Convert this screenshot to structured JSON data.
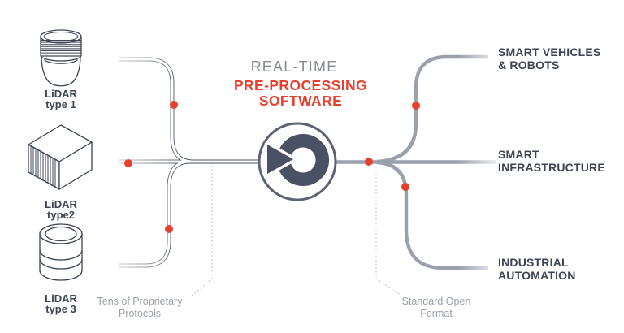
{
  "colors": {
    "accent_red": "#e8402e",
    "navy_text": "#3d4454",
    "gray_text": "#868b94",
    "line_left": "#4a5263",
    "line_left_fade": "#c9ccd3",
    "line_right": "#9aa0ac",
    "line_right_fade": "#e6e8ec",
    "icon_slate": "#4a5164",
    "icon_ring_border": "#5c6374",
    "muted_label": "#9aa0a9",
    "dotted_line": "#b9bdc5",
    "background": "#ffffff"
  },
  "center": {
    "title_line1": "REAL-TIME",
    "title_line2": "PRE-PROCESSING",
    "title_line3": "SOFTWARE",
    "icon": "rotating-arrow-logo"
  },
  "inputs": [
    {
      "label_line1": "LiDAR",
      "label_line2": "type 1",
      "icon": "lidar-dome-sensor"
    },
    {
      "label_line1": "LiDAR",
      "label_line2": "type2",
      "icon": "lidar-box-sensor"
    },
    {
      "label_line1": "LiDAR",
      "label_line2": "type 3",
      "icon": "lidar-puck-sensor"
    }
  ],
  "outputs": [
    {
      "label_line1": "SMART VEHICLES",
      "label_line2": "& ROBOTS"
    },
    {
      "label_line1": "SMART",
      "label_line2": "INFRASTRUCTURE"
    },
    {
      "label_line1": "INDUSTRIAL",
      "label_line2": "AUTOMATION"
    }
  ],
  "annotations": {
    "left_line1": "Tens of Proprietary",
    "left_line2": "Protocols",
    "right_line1": "Standard Open",
    "right_line2": "Format"
  }
}
